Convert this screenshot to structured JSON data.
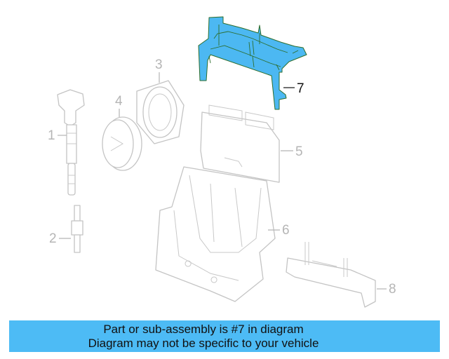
{
  "diagram": {
    "callouts": [
      "1",
      "2",
      "3",
      "4",
      "5",
      "6",
      "7",
      "8"
    ],
    "highlighted_part": "7",
    "highlight_color": "#4cb8f2"
  },
  "banner": {
    "line1": "Part or sub-assembly is #7 in diagram",
    "line2": "Diagram may not be specific to your vehicle",
    "background": "#4dbbf5"
  }
}
